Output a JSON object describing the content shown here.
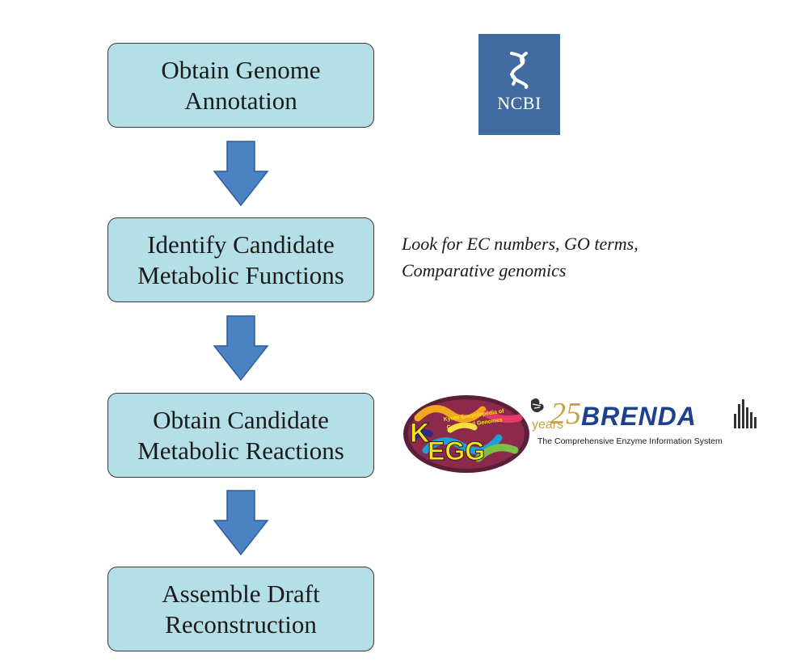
{
  "steps": [
    {
      "line1": "Obtain Genome",
      "line2": "Annotation"
    },
    {
      "line1": "Identify Candidate",
      "line2": "Metabolic Functions"
    },
    {
      "line1": "Obtain Candidate",
      "line2": "Metabolic Reactions"
    },
    {
      "line1": "Assemble Draft",
      "line2": "Reconstruction"
    }
  ],
  "note": {
    "line1": "Look for EC numbers, GO terms,",
    "line2": "Comparative genomics"
  },
  "logos": {
    "ncbi": "NCBI",
    "kegg": {
      "mark": "KEGG",
      "tagline": "Kyoto Encyclopedia of Genes and Genomes"
    },
    "brenda": {
      "years_word": "years",
      "years_num": "25",
      "name": "BRENDA",
      "tagline": "The Comprehensive Enzyme Information System"
    }
  },
  "colors": {
    "box_fill": "#b4dfe7",
    "arrow": "#4a82c4",
    "ncbi_bg": "#3f6b9e",
    "brenda_blue": "#1f3f8f"
  }
}
